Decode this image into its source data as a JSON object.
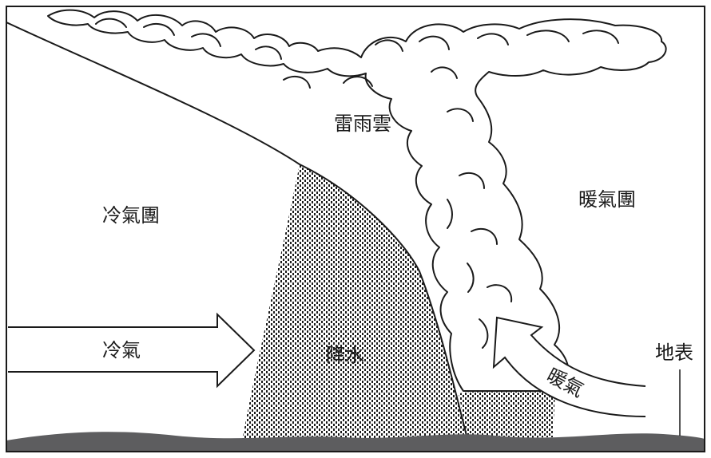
{
  "labels": {
    "cumulonimbus": "雷雨雲",
    "cold_air_mass": "冷氣團",
    "warm_air_mass": "暖氣團",
    "cold_air": "冷氣",
    "precipitation": "降水",
    "warm_air": "暖氣",
    "ground_surface": "地表"
  },
  "colors": {
    "ground": "#5d5d5f",
    "line": "#1a1a1a",
    "background": "#ffffff"
  }
}
